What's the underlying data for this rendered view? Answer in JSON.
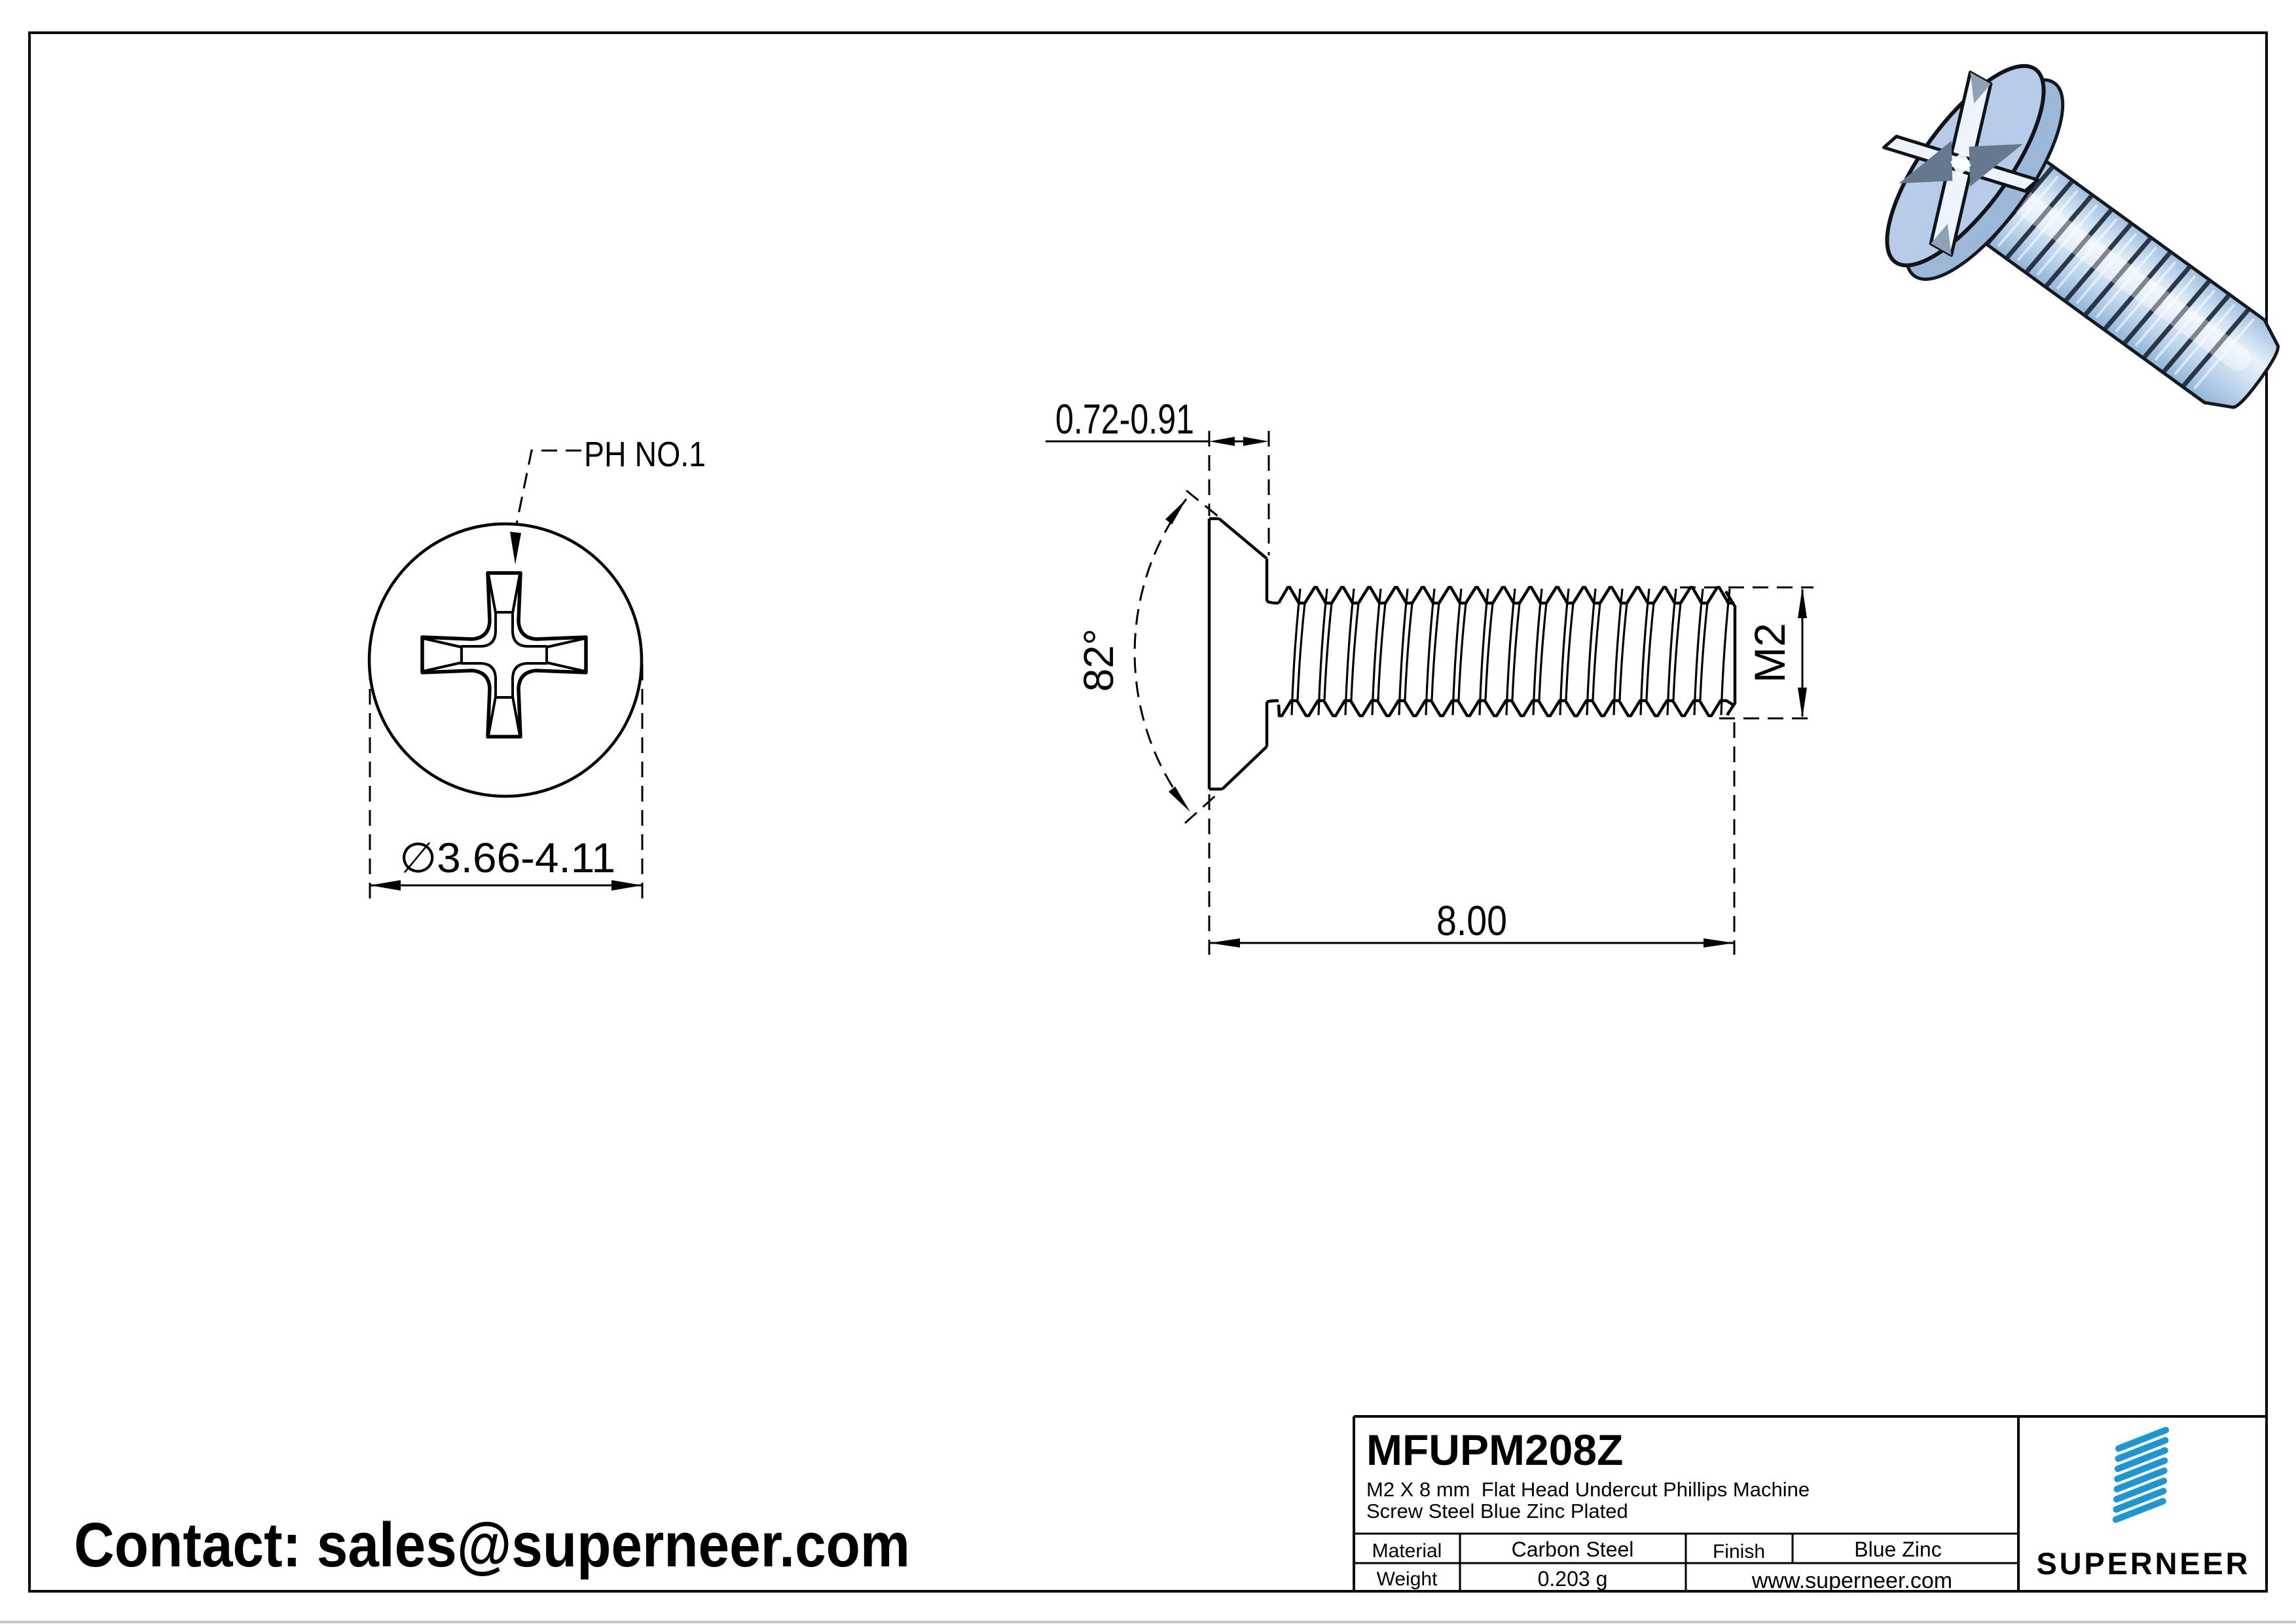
{
  "colors": {
    "line_black": "#000000",
    "logo_blue": "#1E96D2",
    "link_blue": "#3399EB",
    "screw_body": "#b6cbe8",
    "screw_cone": "#9cb8d8",
    "screw_shank_light": "#dcebf9",
    "screw_shank_mid": "#a9c6e4",
    "screw_stripe_dark": "#1c2735",
    "screw_recess_white": "#eef4fb",
    "screw_recess_shadow": "#66788d",
    "outline_dark": "#10141a"
  },
  "contact": {
    "label": "Contact: sales@superneer.com"
  },
  "front_view": {
    "drive_label": "PH NO.1",
    "diameter_label": "∅3.66-4.11"
  },
  "side_view": {
    "head_height_label": "0.72-0.91",
    "angle_label": "82°",
    "diameter_label": "M2",
    "length_label": "8.00"
  },
  "title_block": {
    "part_number": "MFUPM208Z",
    "description_line1": "M2 X 8 mm  Flat Head Undercut Phillips Machine",
    "description_line2": "Screw Steel Blue Zinc Plated",
    "material_label": "Material",
    "material_value": "Carbon Steel",
    "finish_label": "Finish",
    "finish_value": "Blue Zinc",
    "weight_label": "Weight",
    "weight_value": "0.203 g",
    "website": "www.superneer.com",
    "brand": "SUPERNEER"
  }
}
